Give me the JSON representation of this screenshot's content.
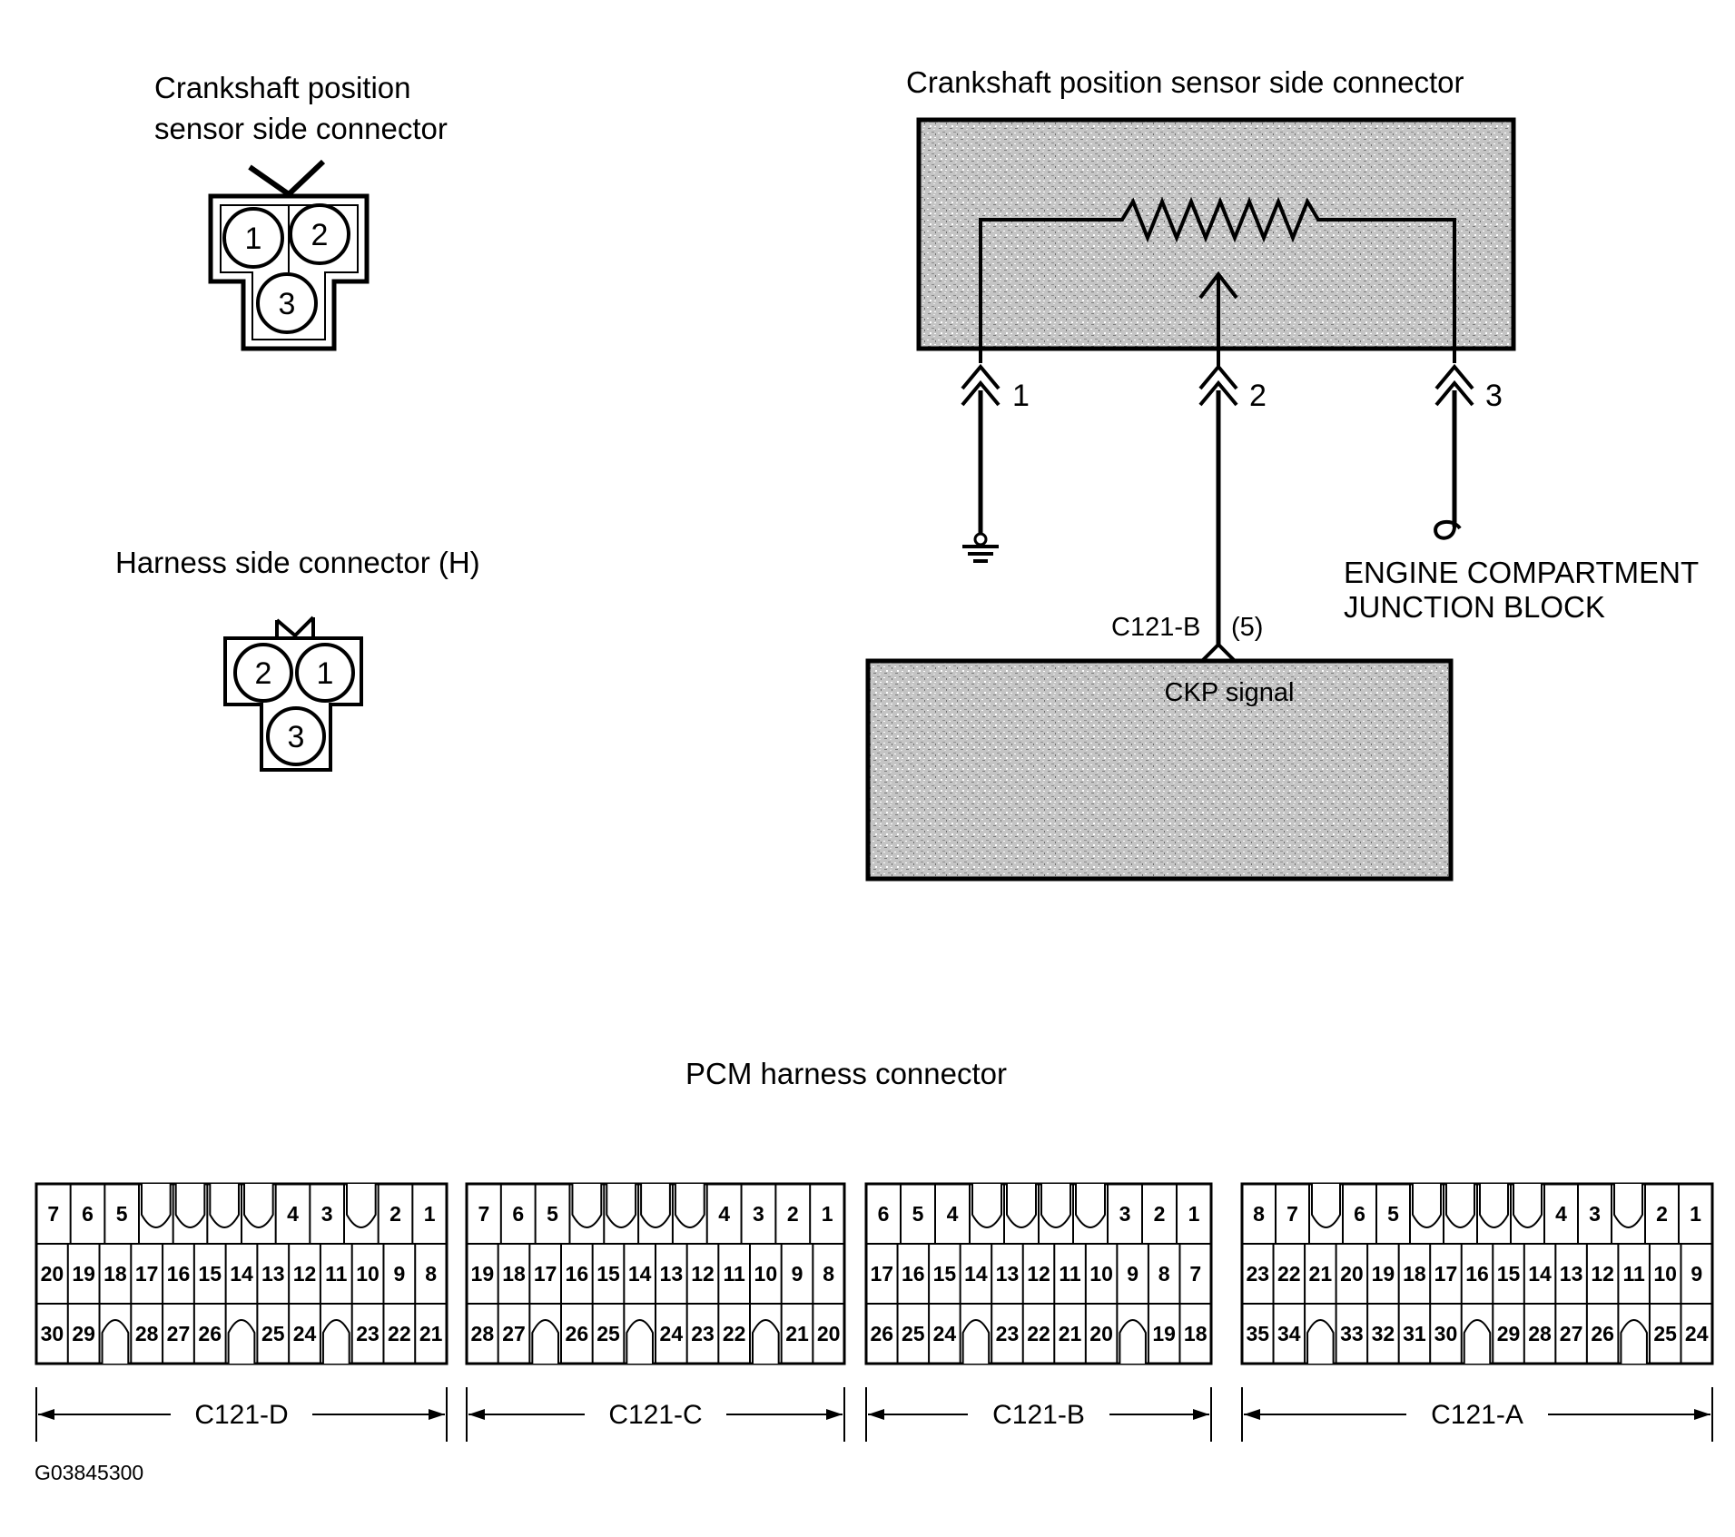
{
  "colors": {
    "ink": "#000000",
    "fill": "#c9c9c9",
    "paper": "#ffffff"
  },
  "crank_connector": {
    "title_line1": "Crankshaft position",
    "title_line2": "sensor side connector",
    "pins": [
      "1",
      "2",
      "3"
    ]
  },
  "harness_connector": {
    "title": "Harness side connector (H)",
    "pins": [
      "2",
      "1",
      "3"
    ]
  },
  "schematic": {
    "title": "Crankshaft position sensor side connector",
    "terminals": [
      "1",
      "2",
      "3"
    ],
    "ground_icon": "ground-icon",
    "junction_line1": "ENGINE COMPARTMENT",
    "junction_line2": "JUNCTION BLOCK",
    "pcm_pin_label": "C121-B",
    "pcm_pin_number": "(5)",
    "pcm_box_label": "CKP signal"
  },
  "pcm": {
    "title": "PCM harness connector",
    "groups": [
      {
        "name": "C121-D",
        "rows": [
          [
            "7",
            "6",
            "5",
            "",
            "",
            "",
            "",
            "4",
            "3",
            "",
            "2",
            "1"
          ],
          [
            "20",
            "19",
            "18",
            "17",
            "16",
            "15",
            "14",
            "13",
            "12",
            "11",
            "10",
            "9",
            "8"
          ],
          [
            "30",
            "29",
            "",
            "28",
            "27",
            "26",
            "",
            "25",
            "24",
            "",
            "23",
            "22",
            "21"
          ]
        ]
      },
      {
        "name": "C121-C",
        "rows": [
          [
            "7",
            "6",
            "5",
            "",
            "",
            "",
            "",
            "4",
            "3",
            "2",
            "1"
          ],
          [
            "19",
            "18",
            "17",
            "16",
            "15",
            "14",
            "13",
            "12",
            "11",
            "10",
            "9",
            "8"
          ],
          [
            "28",
            "27",
            "",
            "26",
            "25",
            "",
            "24",
            "23",
            "22",
            "",
            "21",
            "20"
          ]
        ]
      },
      {
        "name": "C121-B",
        "rows": [
          [
            "6",
            "5",
            "4",
            "",
            "",
            "",
            "",
            "3",
            "2",
            "1"
          ],
          [
            "17",
            "16",
            "15",
            "14",
            "13",
            "12",
            "11",
            "10",
            "9",
            "8",
            "7"
          ],
          [
            "26",
            "25",
            "24",
            "",
            "23",
            "22",
            "21",
            "20",
            "",
            "19",
            "18"
          ]
        ]
      },
      {
        "name": "C121-A",
        "rows": [
          [
            "8",
            "7",
            "",
            "6",
            "5",
            "",
            "",
            "",
            "",
            "4",
            "3",
            "",
            "2",
            "1"
          ],
          [
            "23",
            "22",
            "21",
            "20",
            "19",
            "18",
            "17",
            "16",
            "15",
            "14",
            "13",
            "12",
            "11",
            "10",
            "9"
          ],
          [
            "35",
            "34",
            "",
            "33",
            "32",
            "31",
            "30",
            "",
            "29",
            "28",
            "27",
            "26",
            "",
            "25",
            "24"
          ]
        ]
      }
    ]
  },
  "figure_id": "G03845300"
}
